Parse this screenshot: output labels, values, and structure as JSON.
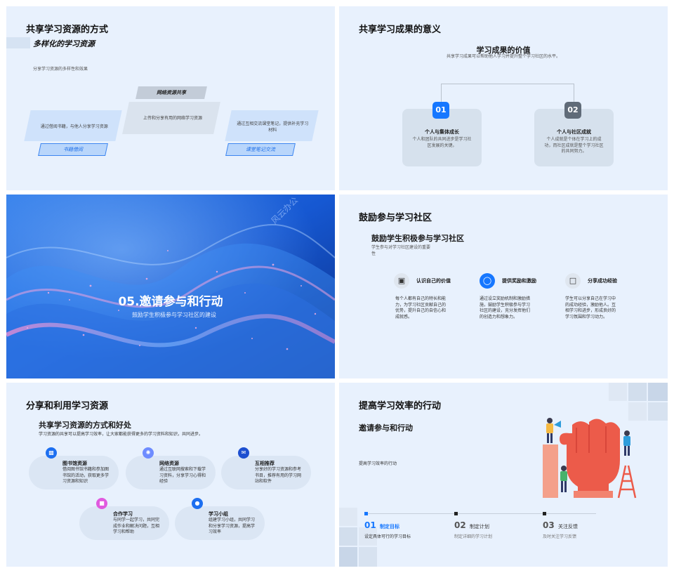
{
  "slide1": {
    "title": "共享学习资源的方式",
    "subtitle": "多样化的学习资源",
    "desc": "分享学习资源的多样性和效果",
    "center_tag": "网络资源共享",
    "center_text": "上传和分享有用的网络学习资源",
    "left_text": "通过借阅书籍，与他人分享学习资源",
    "left_tag": "书籍借阅",
    "right_text": "通过互相交流课堂笔记，提供补充学习材料",
    "right_tag": "课堂笔记交流"
  },
  "slide2": {
    "title": "共享学习成果的意义",
    "heading": "学习成果的价值",
    "desc": "共享学习成果可以帮助他人学习并提升整个学习社区的水平。",
    "cards": [
      {
        "num": "01",
        "title": "个人与集体成长",
        "text": "个人和团队的共同进步是学习社区发展的关键。"
      },
      {
        "num": "02",
        "title": "个人与社区成就",
        "text": "个人成就是个体在学习上的成功，而社区成就是整个学习社区的共同努力。"
      }
    ],
    "colors": {
      "accent": "#1677ff",
      "gray": "#606b78"
    }
  },
  "slide3": {
    "title": "05.邀请参与和行动",
    "subtitle": "鼓励学生积极参与学习社区的建设",
    "watermark": "风云办公"
  },
  "slide4": {
    "title": "鼓励参与学习社区",
    "heading": "鼓励学生积极参与学习社区",
    "desc": "学生参与对学习社区建设的重要性",
    "items": [
      {
        "icon": "clipboard-icon",
        "title": "认识自己的价值",
        "text": "每个人都有自己的特长和能力，为学习社区贡献自己的优势，提升自己的自信心和成就感。"
      },
      {
        "icon": "award-icon",
        "title": "提供奖励和激励",
        "text": "通过设立奖励机制和激励措施，鼓励学生积极参与学习社区的建设，充分发挥他们的创造力和想象力。"
      },
      {
        "icon": "document-icon",
        "title": "分享成功经验",
        "text": "学生可以分享自己在学习中的成功经验，激励他人。互相学习和进步，形成良好的学习氛围和学习动力。"
      }
    ]
  },
  "slide5": {
    "title": "分享和利用学习资源",
    "heading": "共享学习资源的方式和好处",
    "desc": "学习资源的共享可以提高学习效率，让大家都能获得更多的学习资料和知识，共同进步。",
    "items": [
      {
        "icon": "library-icon",
        "title": "图书馆资源",
        "text": "借阅图书馆书籍和参加图书馆的活动，获取更多学习资源和知识"
      },
      {
        "icon": "network-icon",
        "title": "网络资源",
        "text": "通过互联网搜索和下载学习资料，分享学习心得和经验"
      },
      {
        "icon": "chat-icon",
        "title": "互相推荐",
        "text": "分享好的学习资源和参考书目，推荐有用的学习网站和软件"
      },
      {
        "icon": "group-icon",
        "title": "合作学习",
        "text": "与同学一起学习，共同完成作业和解决问题，互相学习和帮助"
      },
      {
        "icon": "team-icon",
        "title": "学习小组",
        "text": "组建学习小组，共同学习和分享学习资源，提高学习效率"
      }
    ]
  },
  "slide6": {
    "title": "提高学习效率的行动",
    "heading": "邀请参与和行动",
    "desc": "提高学习效率的行动",
    "steps": [
      {
        "num": "01",
        "title": "制定目标",
        "text": "设定具体可行的学习目标"
      },
      {
        "num": "02",
        "title": "制定计划",
        "text": "制定详细的学习计划"
      },
      {
        "num": "03",
        "title": "关注反馈",
        "text": "及时关注学习反馈"
      }
    ]
  }
}
